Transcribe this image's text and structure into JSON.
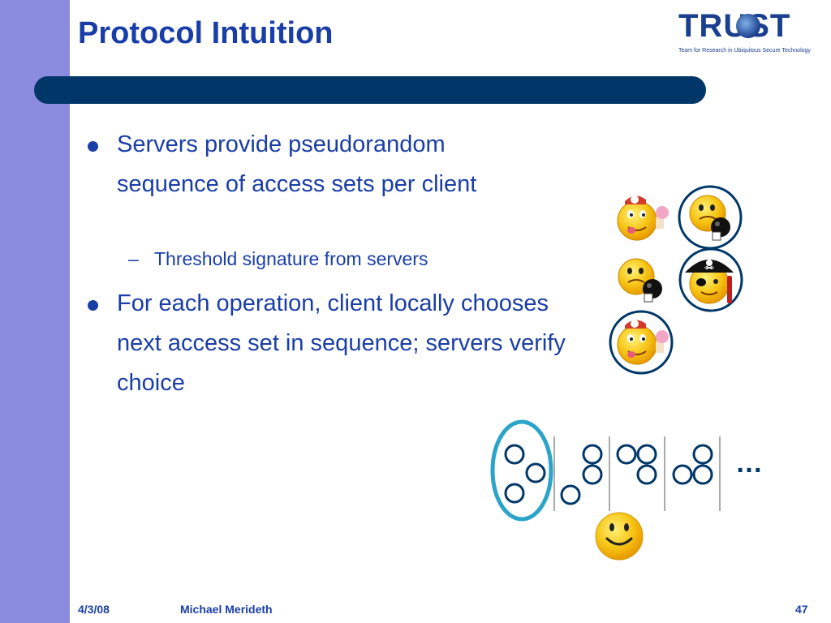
{
  "slide": {
    "title": "Protocol Intuition",
    "logo": {
      "word": "TRUST",
      "tagline": "Team for Research in Ubiquitous Secure Technology"
    },
    "bullets": [
      {
        "text": "Servers provide pseudorandom sequence of access sets per client",
        "sub": [
          "Threshold signature from servers"
        ]
      },
      {
        "text": "For each operation, client locally chooses next access set in sequence; servers verify choice"
      }
    ],
    "ellipsis": "…",
    "icons": {
      "bullet": "filled-circle-bullet",
      "sub_bullet": "dash",
      "clients": [
        "tongue-emoji-with-icecream",
        "emoji-holding-bomb",
        "emoji-holding-bomb",
        "pirate-emoji",
        "tongue-emoji-with-icecream",
        "happy-smiley"
      ]
    },
    "colors": {
      "title": "#1a3ea8",
      "bar": "#003768",
      "sidebar": "#8b8bdf",
      "highlight": "#2aa4c8",
      "server_circle": "#003768"
    },
    "footer": {
      "date": "4/3/08",
      "author": "Michael Merideth",
      "page": "47"
    }
  }
}
